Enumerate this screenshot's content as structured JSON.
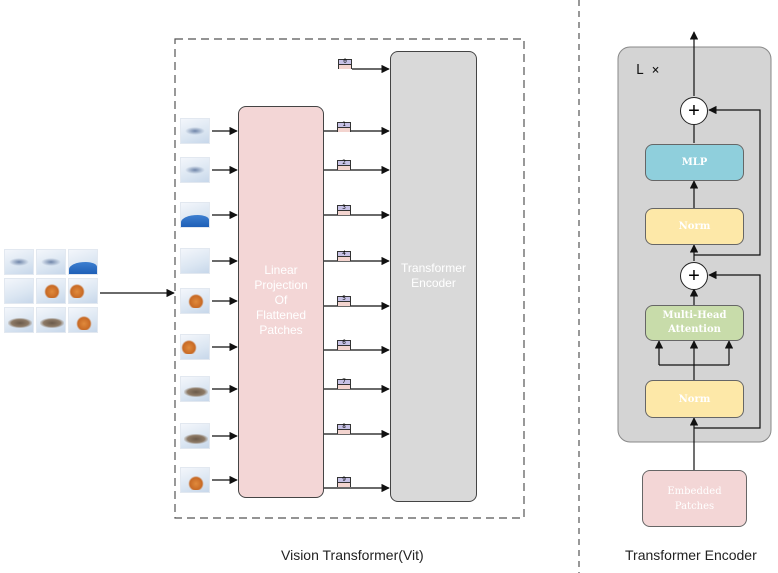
{
  "vit": {
    "projection_label": "Linear\nProjection\nOf\nFlattened\nPatches",
    "encoder_label": "Transformer\nEncoder",
    "tokens": [
      "0",
      "1",
      "2",
      "3",
      "4",
      "5",
      "6",
      "7",
      "8",
      "9"
    ],
    "caption": "Vision Transformer(Vit)"
  },
  "encoder_detail": {
    "repeat_label": "L ×",
    "mlp_label": "MLP",
    "norm_top_label": "Norm",
    "attention_label": "Multi-Head\nAttention",
    "norm_bottom_label": "Norm",
    "embedded_label": "Embedded\nPatches",
    "caption": "Transformer Encoder",
    "plus_symbol": "+"
  },
  "colors": {
    "projection_fill": "#f3d6d6",
    "encoder_fill": "#d9d9d9",
    "mlp_fill": "#8fcfdc",
    "norm_fill": "#fde8a8",
    "attention_fill": "#c8dcaa",
    "embedded_fill": "#f3d6d6",
    "encoder_panel_fill": "#d4d4d4"
  }
}
